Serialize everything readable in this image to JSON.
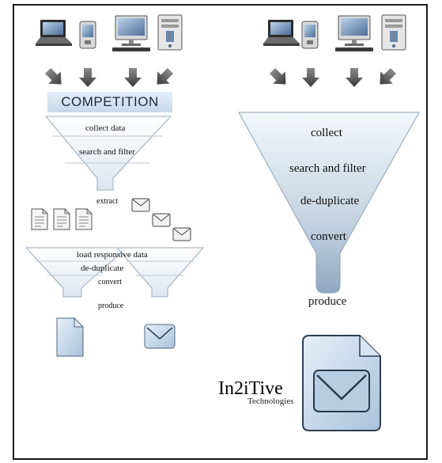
{
  "left": {
    "banner": "COMPETITION",
    "funnel_steps": [
      "collect data",
      "search and filter"
    ],
    "extract_label": "extract",
    "lower_steps": [
      "load responsive data",
      "de-duplicate",
      "convert"
    ],
    "produce_label": "produce"
  },
  "right": {
    "funnel_steps": [
      "collect",
      "search and filter",
      "de-duplicate",
      "convert"
    ],
    "produce_label": "produce"
  },
  "logo": {
    "name": "In2iTive",
    "tagline": "Technologies"
  },
  "colors": {
    "funnel_light": "#eef3f8",
    "funnel_dark": "#8ea8c2",
    "arrow": "#555555",
    "document": "#b9d0e6"
  },
  "icons": [
    "laptop-icon",
    "pda-icon",
    "desktop-monitor-icon",
    "server-tower-icon",
    "down-arrow-icon",
    "funnel-icon",
    "document-icon",
    "envelope-icon"
  ]
}
